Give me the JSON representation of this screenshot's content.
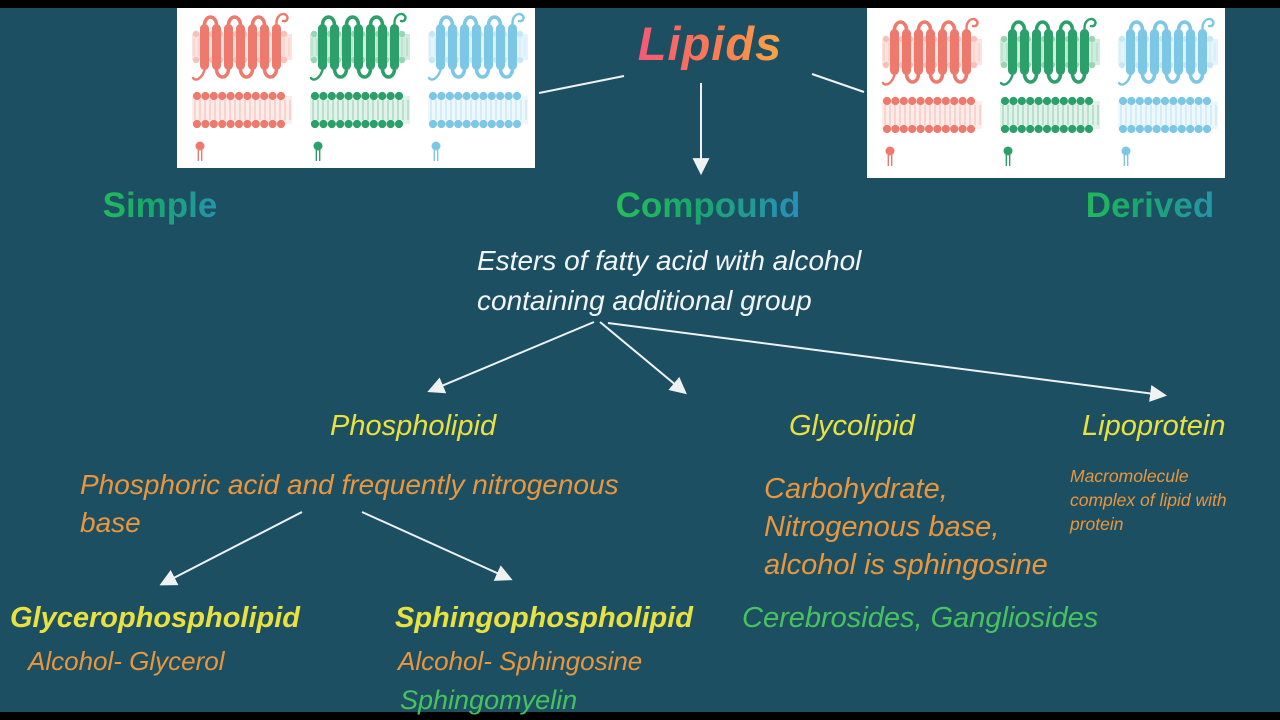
{
  "title": "Lipids",
  "categories": {
    "simple": "Simple",
    "compound": "Compound",
    "derived": "Derived"
  },
  "compound_description": {
    "line1": "Esters of fatty acid with alcohol",
    "line2": "containing additional group"
  },
  "branches": {
    "phospholipid": {
      "label": "Phospholipid",
      "description": {
        "line1": "Phosphoric acid and frequently nitrogenous",
        "line2": "base"
      }
    },
    "glycolipid": {
      "label": "Glycolipid",
      "description": {
        "line1": "Carbohydrate,",
        "line2": "Nitrogenous base,",
        "line3": "alcohol is sphingosine"
      },
      "examples": "Cerebrosides, Gangliosides"
    },
    "lipoprotein": {
      "label": "Lipoprotein",
      "description": {
        "line1": "Macromolecule",
        "line2": "complex of lipid with",
        "line3": "protein"
      }
    }
  },
  "phospholipid_types": {
    "glycerophospholipid": {
      "label": "Glycerophospholipid",
      "alcohol": "Alcohol- Glycerol"
    },
    "sphingophospholipid": {
      "label": "Sphingophospholipid",
      "alcohol": "Alcohol- Sphingosine",
      "example": "Sphingomyelin"
    }
  },
  "images": {
    "left": "membrane-proteins-and-lipid-bilayers-illustration",
    "right": "membrane-proteins-and-lipid-bilayers-illustration"
  },
  "colors": {
    "background": "#1d4f63",
    "letterbox": "#000000",
    "title_gradient": [
      "#f63e8e",
      "#f5d03c"
    ],
    "category_gradient": [
      "#2ec94e",
      "#2e86d6"
    ],
    "branch_label_yellow": "#e9e13f",
    "description_orange": "#e9963d",
    "example_green": "#47c35e",
    "connector_white": "#eef2f3",
    "illustration_red": "#ee7a6e",
    "illustration_green": "#2ba06a",
    "illustration_blue": "#7cc6e6"
  }
}
